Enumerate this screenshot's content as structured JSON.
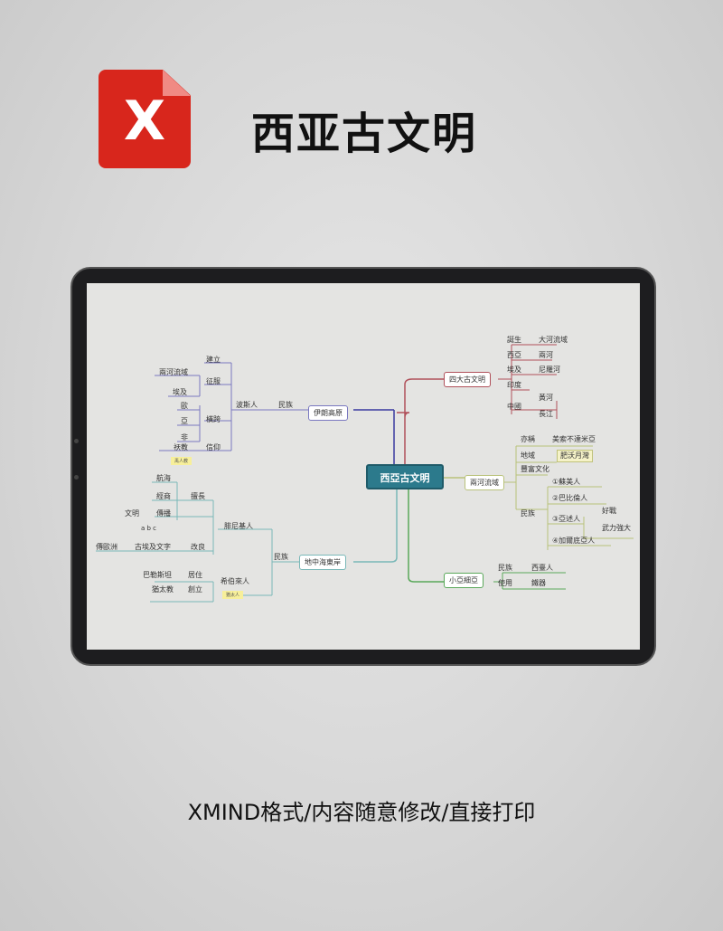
{
  "header": {
    "title": "西亚古文明",
    "logo_icon": "xmind-file-icon",
    "logo_letter": "X",
    "brand_color": "#d8261c"
  },
  "footer": {
    "text": "XMIND格式/内容随意修改/直接打印"
  },
  "mindmap": {
    "center": "西亞古文明",
    "four": {
      "label": "四大古文明",
      "items": [
        [
          "誕生",
          "大河流域"
        ],
        [
          "西亞",
          "兩河"
        ],
        [
          "埃及",
          "尼羅河"
        ],
        [
          "印度",
          ""
        ],
        [
          "中國",
          "黃河",
          "長江"
        ]
      ]
    },
    "twoRivers": {
      "label": "兩河流域",
      "also": "亦稱",
      "also_v": "美索不達米亞",
      "region": "地域",
      "region_v": "肥沃月灣",
      "culture": "豐富文化",
      "people": "民族",
      "p1": "①蘇美人",
      "p2": "②巴比倫人",
      "p3": "③亞述人",
      "p3a": "好戰",
      "p3b": "武力強大",
      "p4": "④加爾底亞人"
    },
    "asiaMinor": {
      "label": "小亞細亞",
      "people": "民族",
      "people_v": "西臺人",
      "use": "使用",
      "use_v": "鐵器"
    },
    "iran": {
      "label": "伊朗高原",
      "people": "民族",
      "persian": "波斯人",
      "build": "建立",
      "conquer": "征服",
      "c1": "兩河流域",
      "c2": "埃及",
      "span": "橫跨",
      "s1": "歐",
      "s2": "亞",
      "s3": "非",
      "faith": "信仰",
      "faith_v": "祆教",
      "note": "禹人教"
    },
    "med": {
      "label": "地中海東岸",
      "people": "民族",
      "phoen": "腓尼基人",
      "good": "擅長",
      "g1": "航海",
      "g2": "經商",
      "spread": "傳播",
      "spread_v": "文明",
      "improve": "改良",
      "improve_v": "古埃及文字",
      "to": "傳歐洲",
      "glyphs": "a b c",
      "heb": "希伯來人",
      "live": "居住",
      "live_v": "巴勒斯坦",
      "found": "創立",
      "found_v": "猶太教",
      "note": "猶太人"
    }
  },
  "colors": {
    "center": "#2c7a8c",
    "four": "#b0505a",
    "two": "#b9c27a",
    "minor": "#5aa85a",
    "iran": "#7a78c0",
    "med": "#7ab8b8"
  }
}
